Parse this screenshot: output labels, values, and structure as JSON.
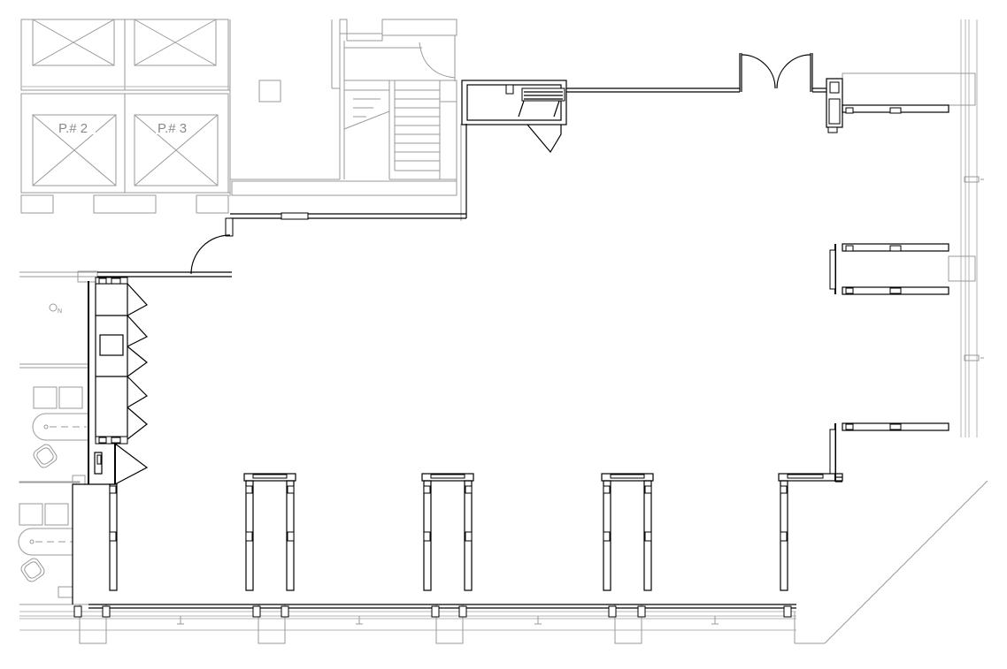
{
  "plan": {
    "room_labels": {
      "p2": "P.# 2",
      "p3": "P.# 3",
      "north": "N"
    },
    "colors": {
      "existing_walls": "#9a9a9a",
      "new_walls": "#000000",
      "background": "#ffffff"
    }
  }
}
